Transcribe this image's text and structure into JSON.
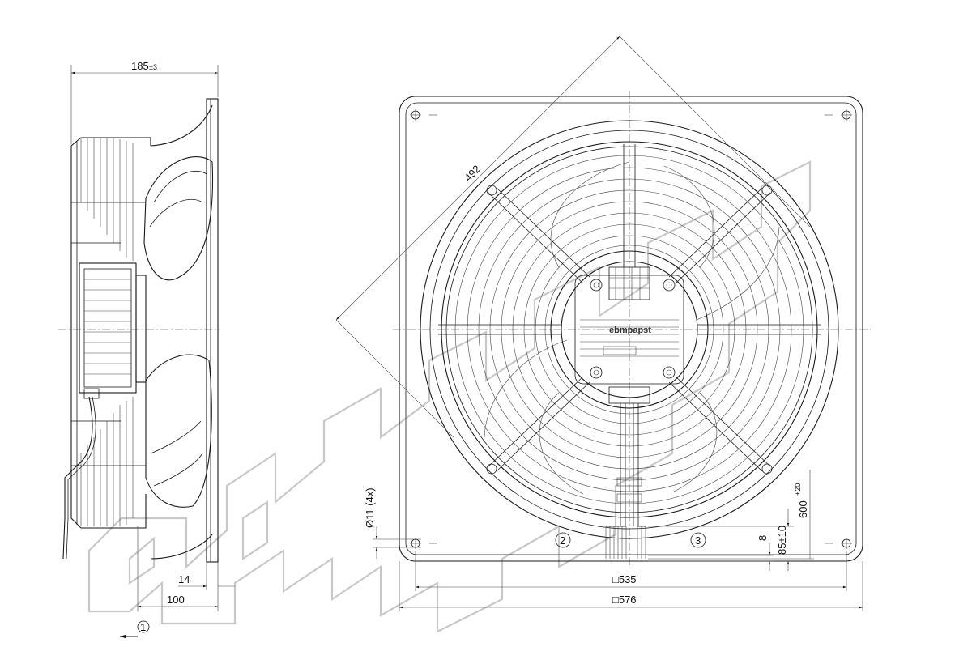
{
  "side_view": {
    "depth_dim": "185",
    "depth_tol": "±3",
    "flange_dim": "14",
    "offset_dim": "100",
    "view_marker": "1"
  },
  "front_view": {
    "guard_dim": "492",
    "hole_dim": "Ø11 (4x)",
    "inner_dim": "□535",
    "outer_dim": "□576",
    "edge_dim": "8",
    "cable_dim": "85±10",
    "lead_dim": "600",
    "lead_tol": "+20",
    "marker_left": "2",
    "marker_right": "3",
    "brand": "ebmpapst"
  },
  "colors": {
    "line": "#1a1a1a",
    "watermark": "#c8c8c8"
  }
}
